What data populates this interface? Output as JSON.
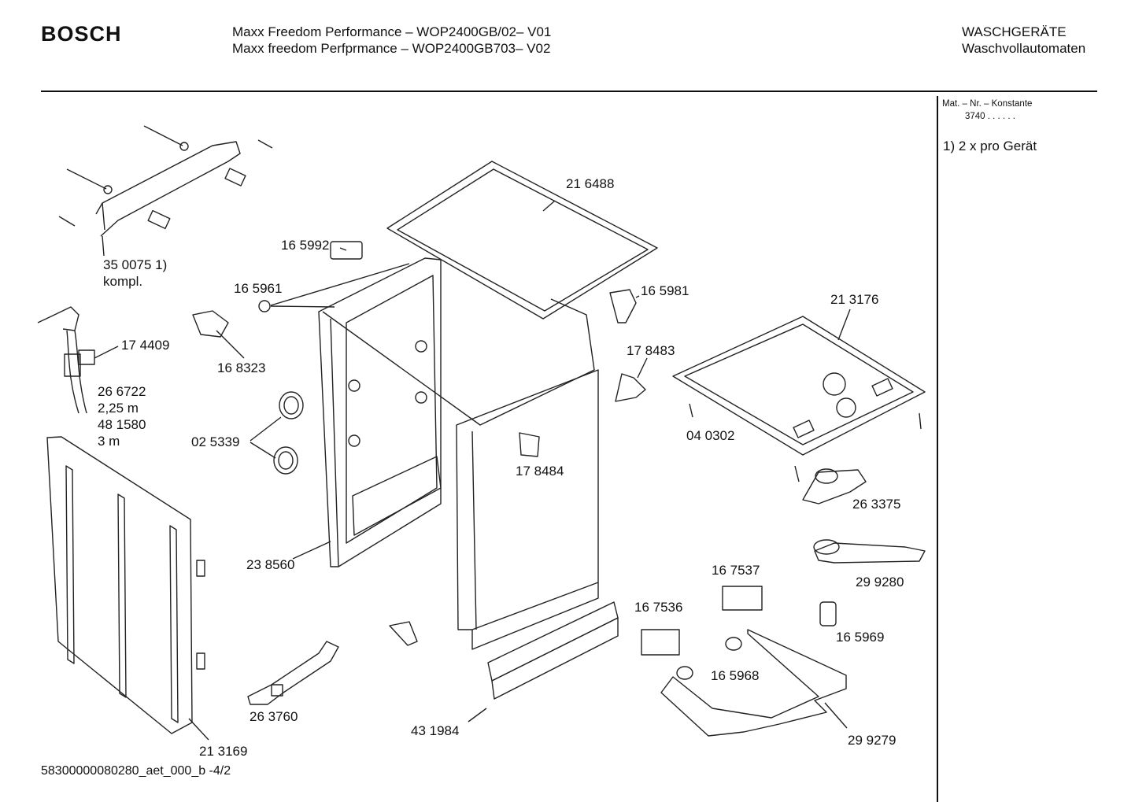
{
  "header": {
    "brand": "BOSCH",
    "title_line1": "Maxx Freedom Performance – WOP2400GB/02– V01",
    "title_line2": "Maxx freedom Perfprmance – WOP2400GB703– V02",
    "category_line1": "WASCHGERÄTE",
    "category_line2": "Waschvollautomaten"
  },
  "sidebar": {
    "mat_label": "Mat. – Nr. – Konstante",
    "mat_value": "3740   .   .     .   .   .   .",
    "note": "1)  2 x pro Gerät"
  },
  "parts": {
    "p350075": "35 0075 1)",
    "p350075_sub": "kompl.",
    "p165992": "16 5992",
    "p165961": "16 5961",
    "p216488": "21 6488",
    "p165981": "16 5981",
    "p213176": "21 3176",
    "p174409": "17 4409",
    "p168323": "16 8323",
    "p178483": "17 8483",
    "p266722": "26 6722",
    "p266722_len": "2,25 m",
    "p481580": "48 1580",
    "p481580_len": "3 m",
    "p025339": "02 5339",
    "p040302": "04 0302",
    "p178484": "17 8484",
    "p263375": "26 3375",
    "p238560": "23 8560",
    "p167537": "16 7537",
    "p299280": "29 9280",
    "p167536": "16 7536",
    "p165969": "16 5969",
    "p165968": "16 5968",
    "p263760": "26 3760",
    "p431984": "43 1984",
    "p299279": "29 9279",
    "p213169": "21 3169"
  },
  "footer": {
    "doc_id": "58300000080280_aet_000_b -4/2"
  }
}
